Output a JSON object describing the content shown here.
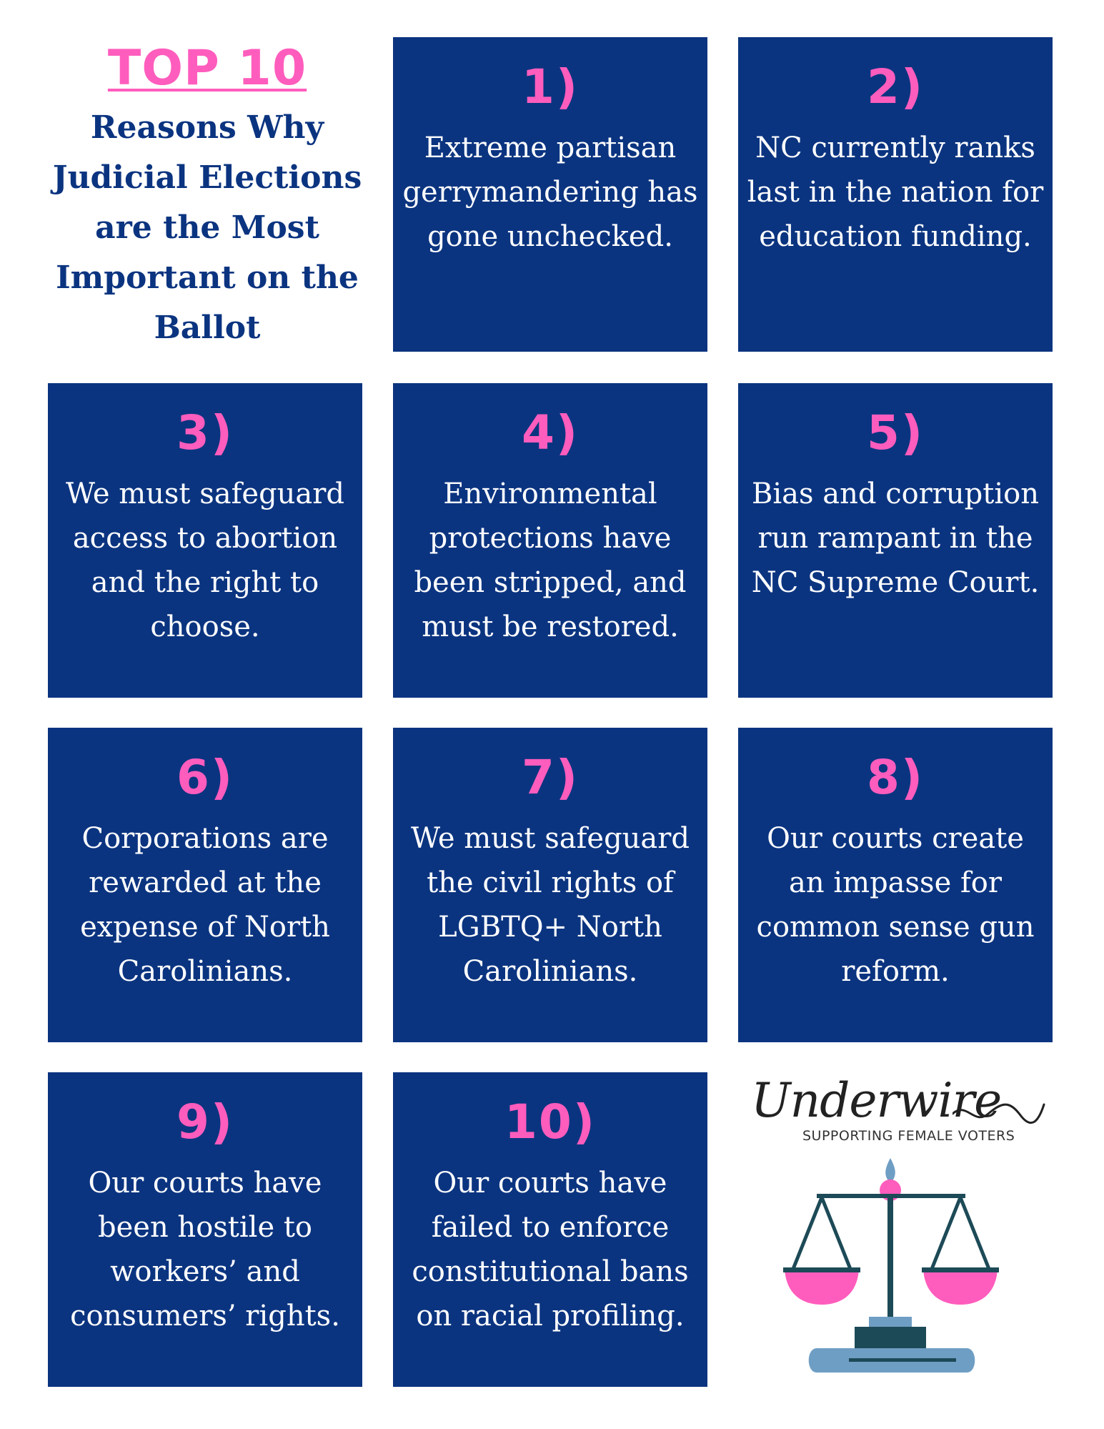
{
  "colors": {
    "navy": "#0b3480",
    "pink": "#ff5dbd",
    "title_navy": "#0b3480",
    "scale_dark": "#1d4a57",
    "scale_light": "#6f9ec4"
  },
  "header": {
    "top_label": "TOP 10",
    "subtitle": "Reasons Why Judicial Elections are the Most Important on the Ballot"
  },
  "cards": [
    {
      "number": "1)",
      "text": "Extreme partisan gerrymandering has gone unchecked."
    },
    {
      "number": "2)",
      "text": "NC currently ranks last in the nation for education funding."
    },
    {
      "number": "3)",
      "text": "We must safeguard access to abortion and the right to choose."
    },
    {
      "number": "4)",
      "text": "Environmental protections have been stripped, and must be restored."
    },
    {
      "number": "5)",
      "text": "Bias and corruption run rampant in the NC Supreme Court."
    },
    {
      "number": "6)",
      "text": "Corporations are rewarded at the expense of North Carolinians."
    },
    {
      "number": "7)",
      "text": "We must safeguard the civil rights of LGBTQ+ North Carolinians."
    },
    {
      "number": "8)",
      "text": "Our courts create an impasse for common sense gun reform."
    },
    {
      "number": "9)",
      "text": "Our courts have been hostile to workers’ and consumers’ rights."
    },
    {
      "number": "10)",
      "text": "Our courts have failed to enforce constitutional bans on racial profiling."
    }
  ],
  "logo": {
    "wordmark": "Underwire",
    "tagline": "SUPPORTING FEMALE VOTERS",
    "icon": "scales-of-justice-icon"
  }
}
